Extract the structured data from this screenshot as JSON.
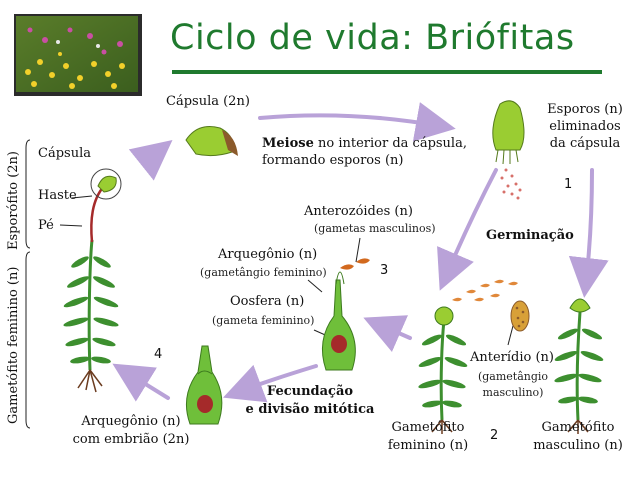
{
  "title": "Ciclo de vida: Briófitas",
  "labels": {
    "capsula_2n": "Cápsula (2n)",
    "meiose_bold": "Meiose",
    "meiose_rest": " no interior da cápsula,",
    "meiose_line2": "formando esporos (n)",
    "esporos_l1": "Esporos (n)",
    "esporos_l2": "eliminados",
    "esporos_l3": "da cápsula",
    "germinacao": "Germinação",
    "anterozoides": "Anterozóides (n)",
    "gametas_masc": "(gametas masculinos)",
    "arquegonio": "Arquegônio (n)",
    "gametangio_fem": "(gametângio feminino)",
    "oosfera": "Oosfera (n)",
    "gameta_fem": "(gameta feminino)",
    "anteridio": "Anterídio (n)",
    "gametangio_masc_l1": "(gametângio",
    "gametangio_masc_l2": "masculino)",
    "fecundacao_l1": "Fecundação",
    "fecundacao_l2": "e divisão mitótica",
    "arquegonio_embriao_l1": "Arquegônio (n)",
    "arquegonio_embriao_l2": "com embrião (2n)",
    "gametofito_fem_l1": "Gametófito",
    "gametofito_fem_l2": "feminino (n)",
    "gametofito_masc_l1": "Gametófito",
    "gametofito_masc_l2": "masculino (n)",
    "capsula": "Cápsula",
    "haste": "Haste",
    "pe": "Pé",
    "esporofito_2n": "Esporófito (2n)",
    "gametofito_feminino_n": "Gametófito feminino (n)"
  },
  "numbers": {
    "n1": "1",
    "n2": "2",
    "n3": "3",
    "n4": "4"
  },
  "colors": {
    "title_green": "#1f7a2e",
    "arrow_purple": "#b9a2d8",
    "moss_green": "#3d8f2f",
    "capsule_green": "#9acd32",
    "seta_red": "#a52a2a"
  }
}
